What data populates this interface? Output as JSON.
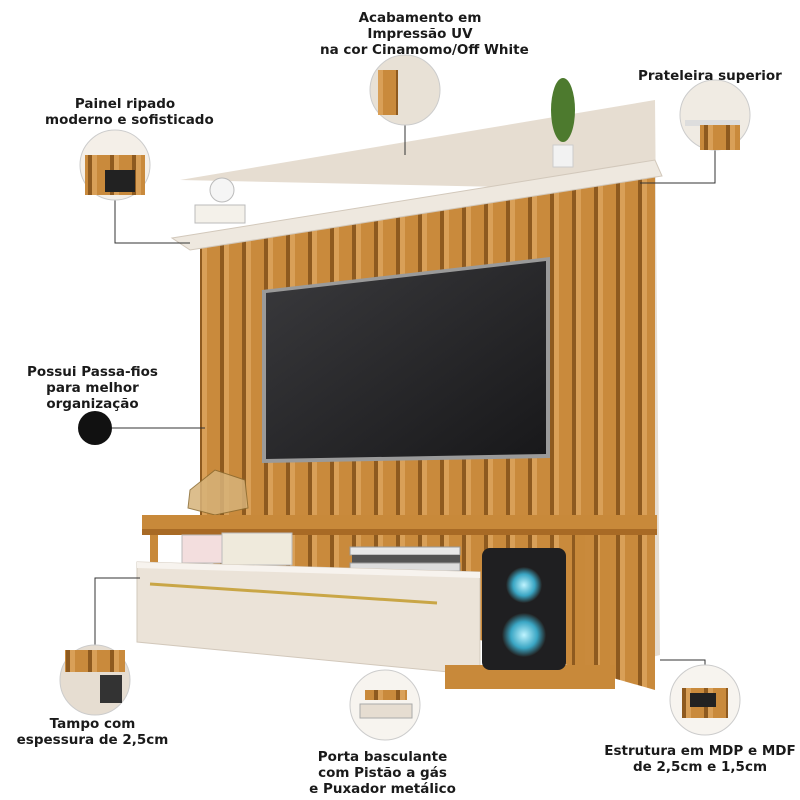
{
  "callouts": {
    "finish": {
      "lines": [
        "Acabamento em",
        "Impressão UV",
        "na cor Cinamomo/Off White"
      ]
    },
    "top_shelf": {
      "lines": [
        "Prateleira superior"
      ]
    },
    "slatted_panel": {
      "lines": [
        "Painel ripado",
        "moderno e sofisticado"
      ]
    },
    "cable_pass": {
      "lines": [
        "Possui Passa-fios",
        "para melhor",
        "organização"
      ]
    },
    "top_thickness": {
      "lines": [
        "Tampo com",
        "espessura de 2,5cm"
      ]
    },
    "flap_door": {
      "lines": [
        "Porta basculante",
        "com Pistão a gás",
        "e Puxador metálico"
      ]
    },
    "structure": {
      "lines": [
        "Estrutura em MDP e MDF",
        "de 2,5cm e 1,5cm"
      ]
    }
  },
  "colors": {
    "wood": "#c8893a",
    "wood_dark": "#a86a25",
    "off_white": "#e9e1d6",
    "tv": "#2b2b2d",
    "line": "#333333",
    "gold": "#c9a646"
  }
}
